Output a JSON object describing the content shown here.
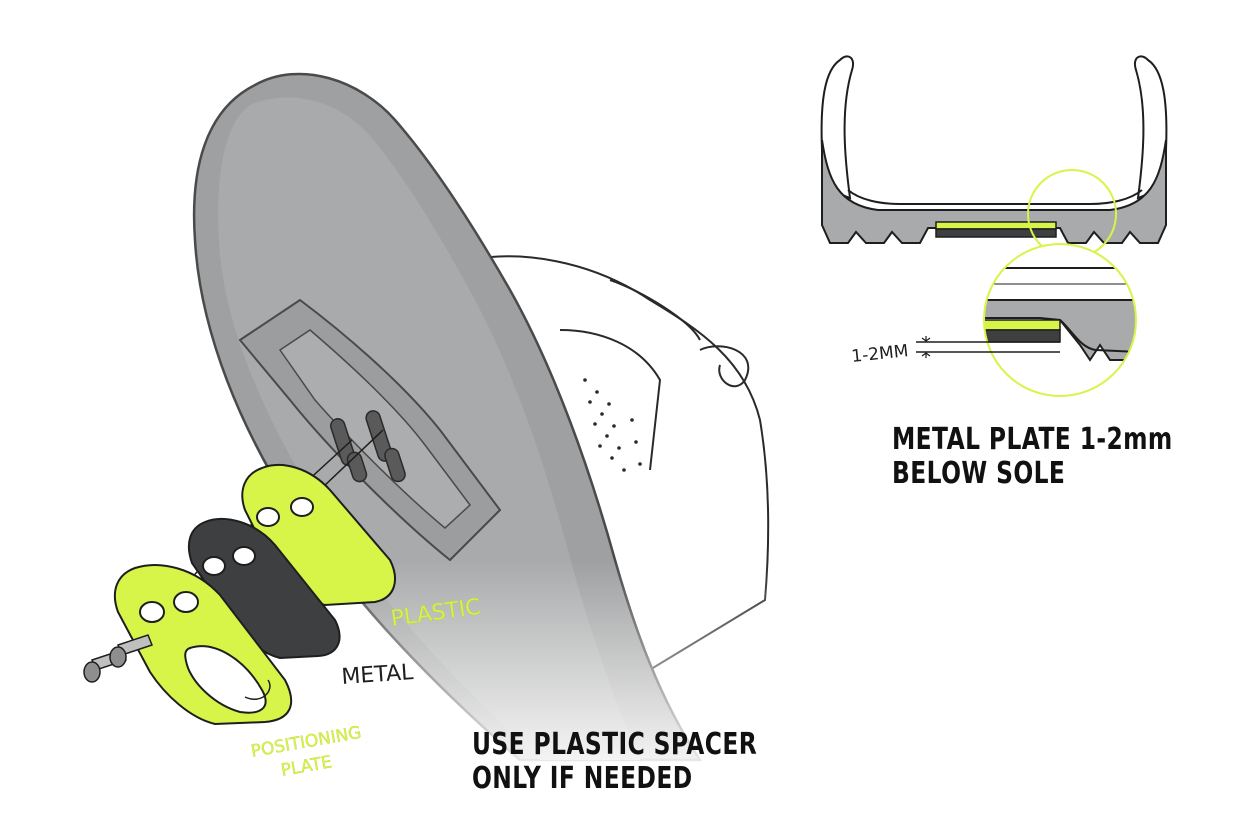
{
  "labels": {
    "plastic": "PLASTIC",
    "metal": "METAL",
    "positioning_line1": "POSITIONING",
    "positioning_line2": "PLATE",
    "gap": "1-2MM"
  },
  "captions": {
    "spacer_line1": "USE PLASTIC SPACER",
    "spacer_line2": "ONLY IF NEEDED",
    "plate_line1": "METAL PLATE 1-2mm",
    "plate_line2": "BELOW SOLE"
  },
  "colors": {
    "accent_lime": "#D7F548",
    "sole_gray": "#A9AAAB",
    "metal_dark": "#3E3F41",
    "outline": "#1E1E1E",
    "text_dark": "#111111"
  }
}
